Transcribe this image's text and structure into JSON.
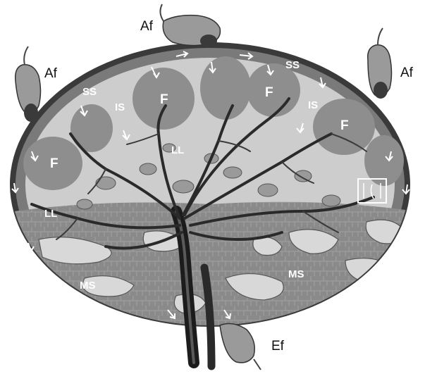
{
  "labels": {
    "afferent_top": "Af",
    "afferent_left": "Af",
    "afferent_right": "Af",
    "efferent": "Ef",
    "ss_top": "SS",
    "ss_left": "SS",
    "is_left": "IS",
    "is_right": "IS",
    "ll_center": "LL",
    "ll_left": "LL",
    "ms_left": "MS",
    "ms_right": "MS",
    "follicle_1": "F",
    "follicle_2": "F",
    "follicle_3": "F",
    "follicle_4": "F"
  }
}
